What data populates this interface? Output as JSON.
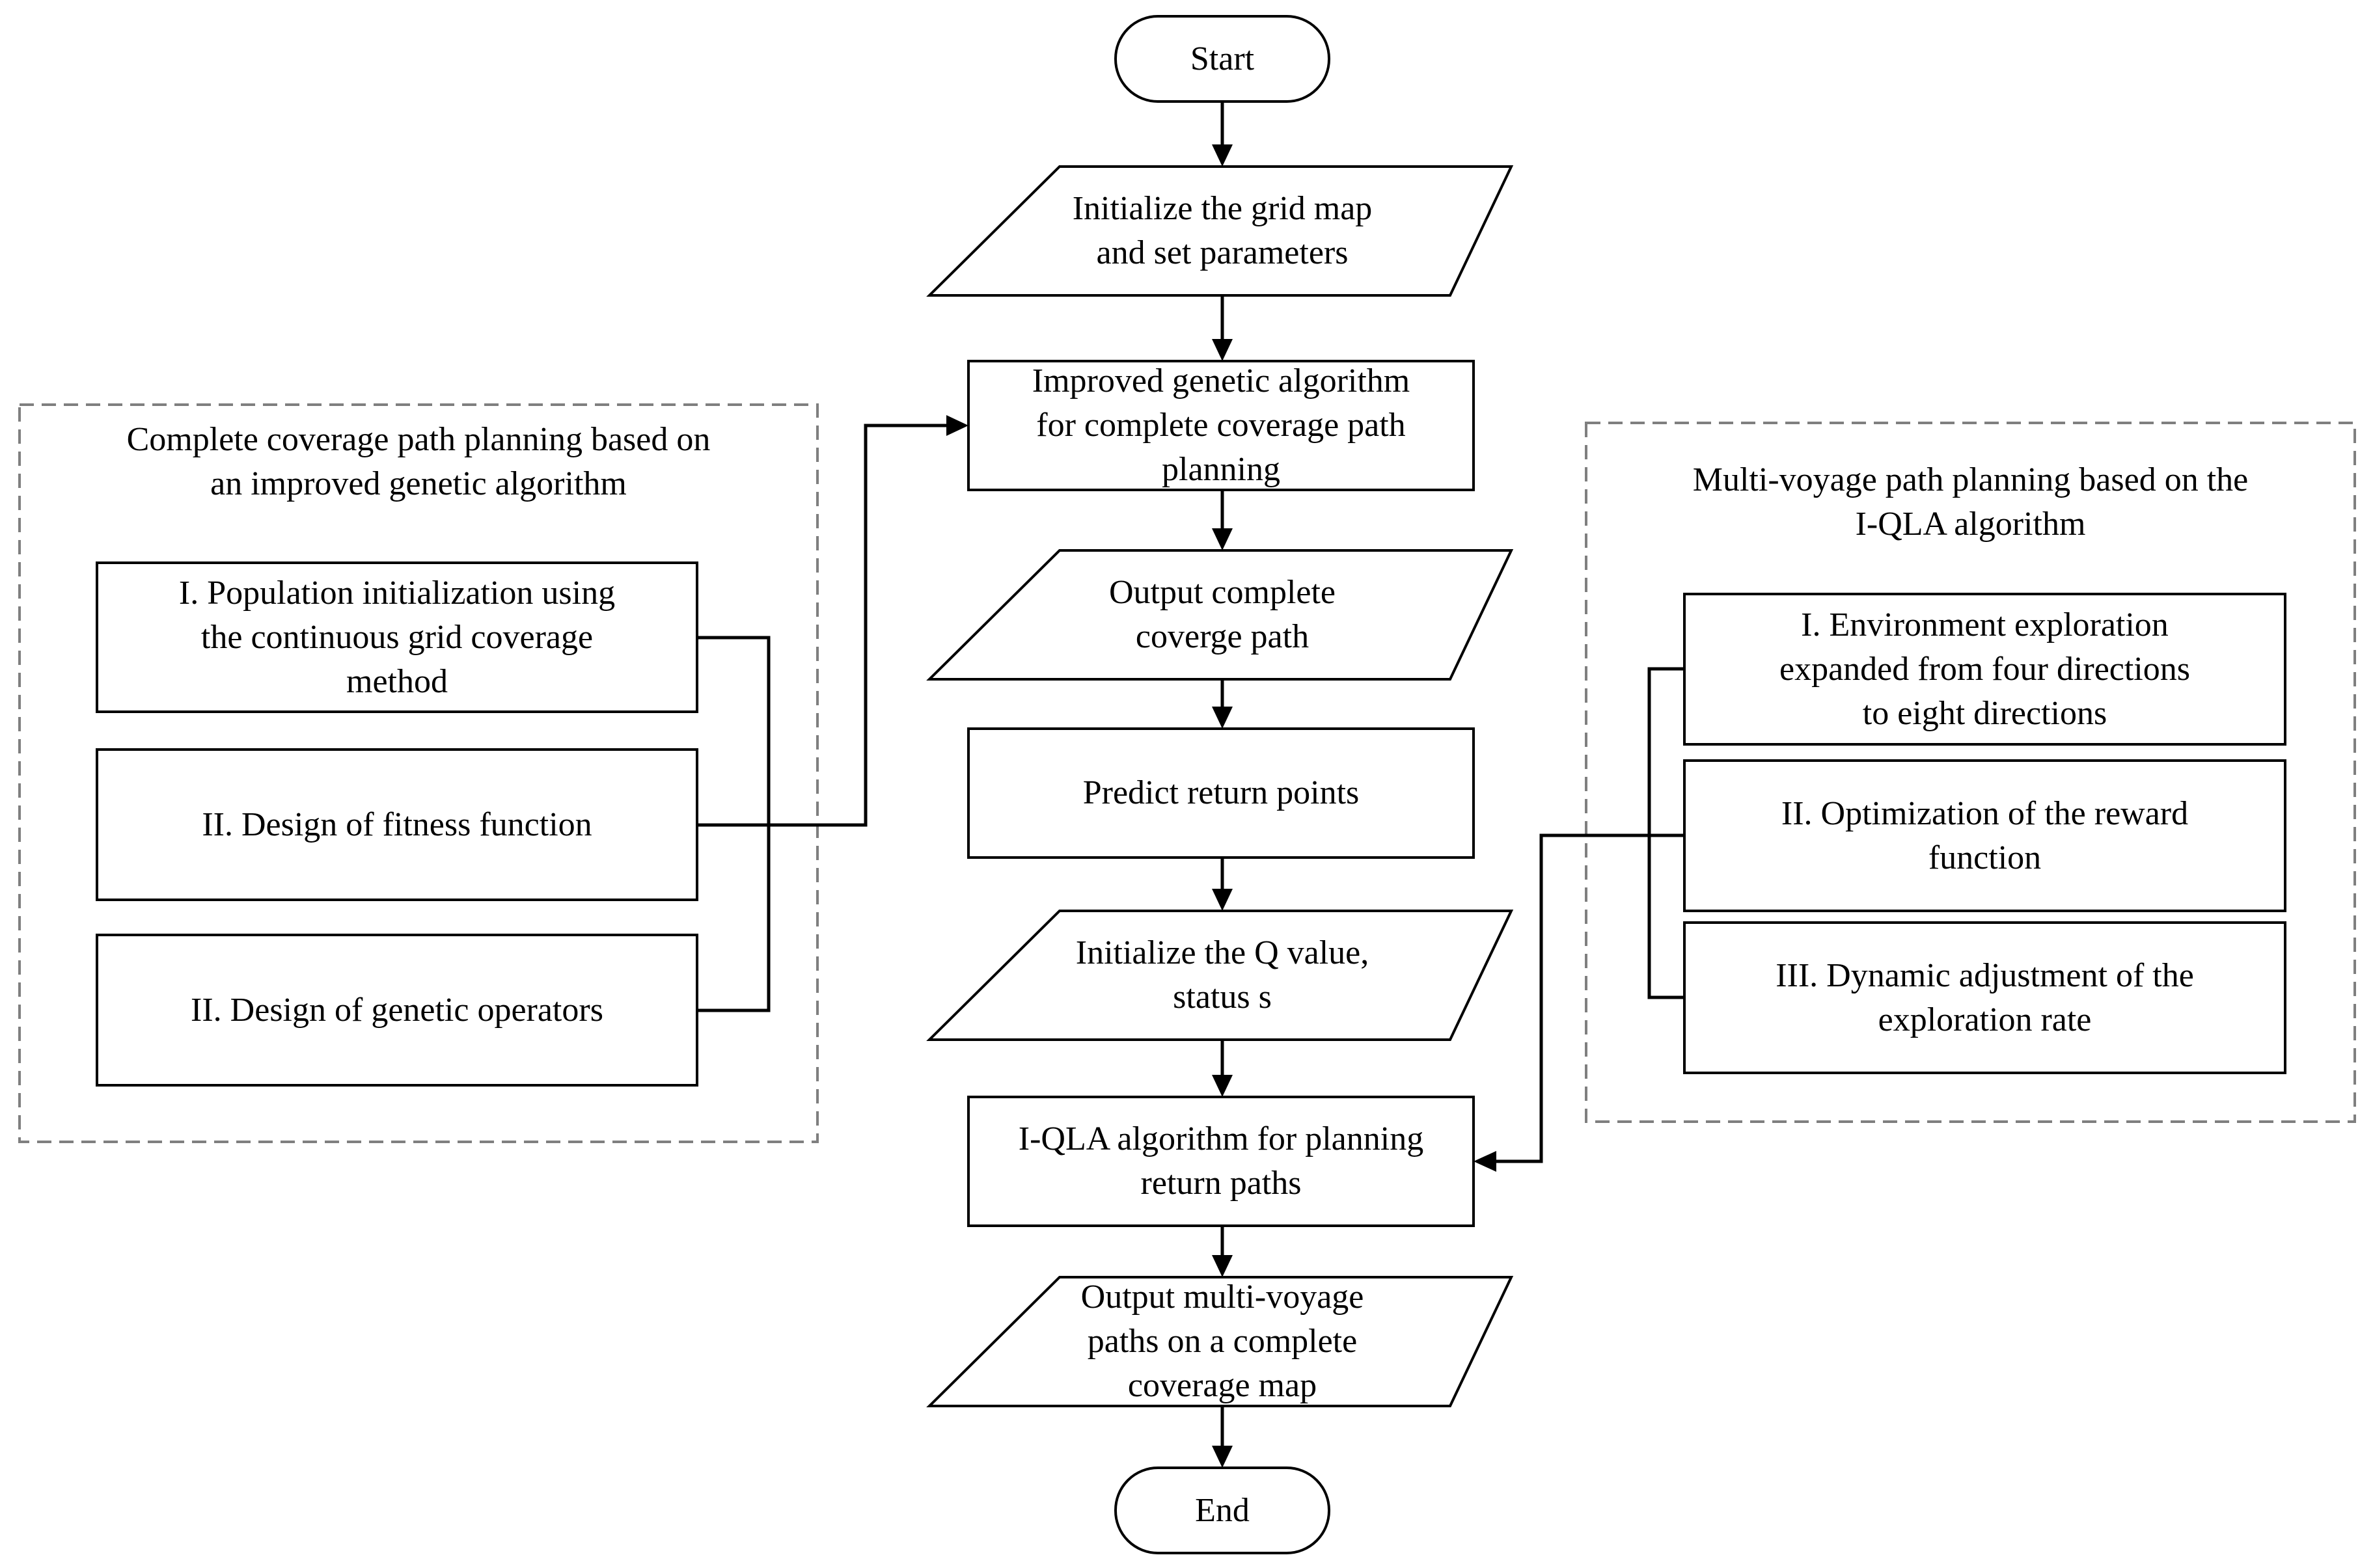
{
  "main_flow": {
    "start": "Start",
    "init_map": "Initialize the grid map\nand set parameters",
    "improved_ga": "Improved genetic algorithm\nfor complete coverage path\nplanning",
    "output_coverage": "Output complete\ncoverge path",
    "predict_return": "Predict return points",
    "init_q": "Initialize the Q value,\nstatus s",
    "iqla_return": "I-QLA algorithm for planning\nreturn paths",
    "output_multi": "Output multi-voyage\npaths on a complete\ncoverage map",
    "end": "End"
  },
  "left_group": {
    "title": "Complete coverage path planning based on\nan improved genetic algorithm",
    "items": [
      "I. Population initialization using\nthe continuous grid coverage\nmethod",
      "II. Design of fitness function",
      "II. Design of genetic operators"
    ]
  },
  "right_group": {
    "title": "Multi-voyage path planning based on the\nI-QLA algorithm",
    "items": [
      "I. Environment exploration\nexpanded from four directions\nto eight directions",
      "II. Optimization of the reward\nfunction",
      "III. Dynamic adjustment of the\nexploration rate"
    ]
  }
}
